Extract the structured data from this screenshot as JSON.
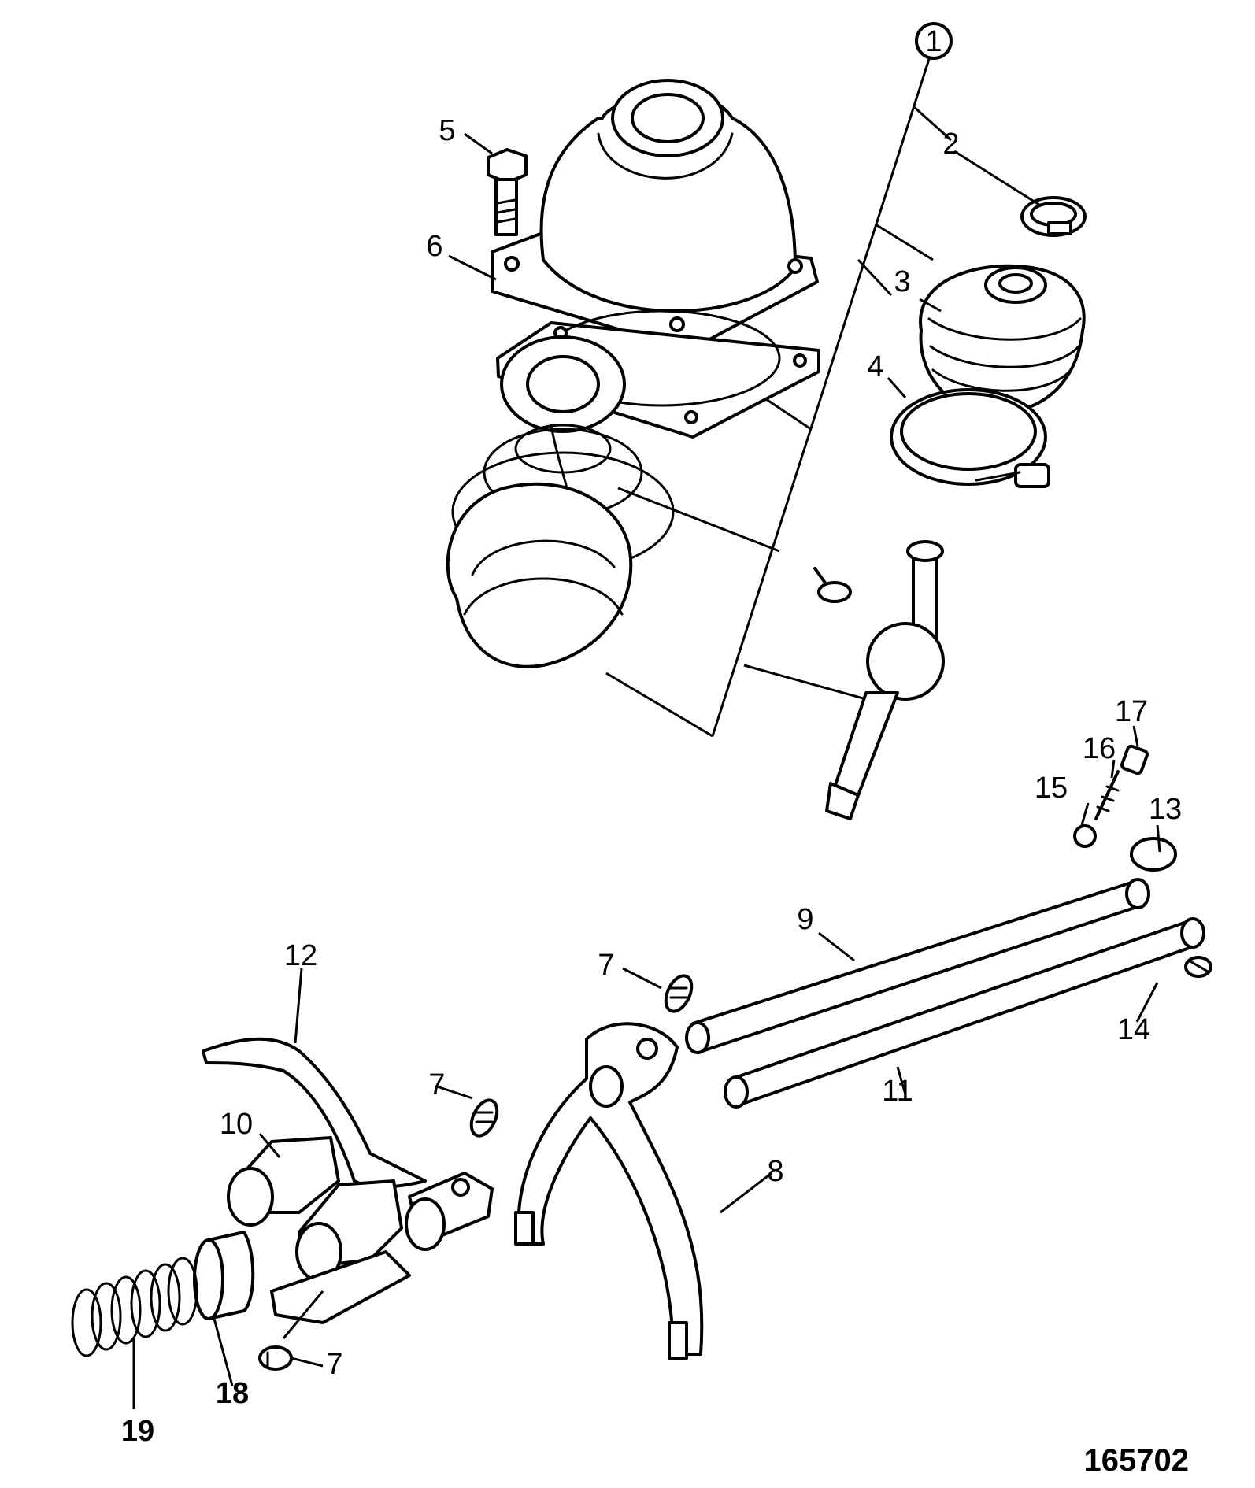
{
  "diagram": {
    "figure_number": "165702",
    "callouts": {
      "c1": "1",
      "c2": "2",
      "c3": "3",
      "c4": "4",
      "c5": "5",
      "c6": "6",
      "c7a": "7",
      "c7b": "7",
      "c7c": "7",
      "c8": "8",
      "c9": "9",
      "c10": "10",
      "c11": "11",
      "c12": "12",
      "c13": "13",
      "c14": "14",
      "c15": "15",
      "c16": "16",
      "c17": "17",
      "c18": "18",
      "c19": "19"
    },
    "colors": {
      "line": "#000000",
      "background": "#ffffff"
    }
  }
}
